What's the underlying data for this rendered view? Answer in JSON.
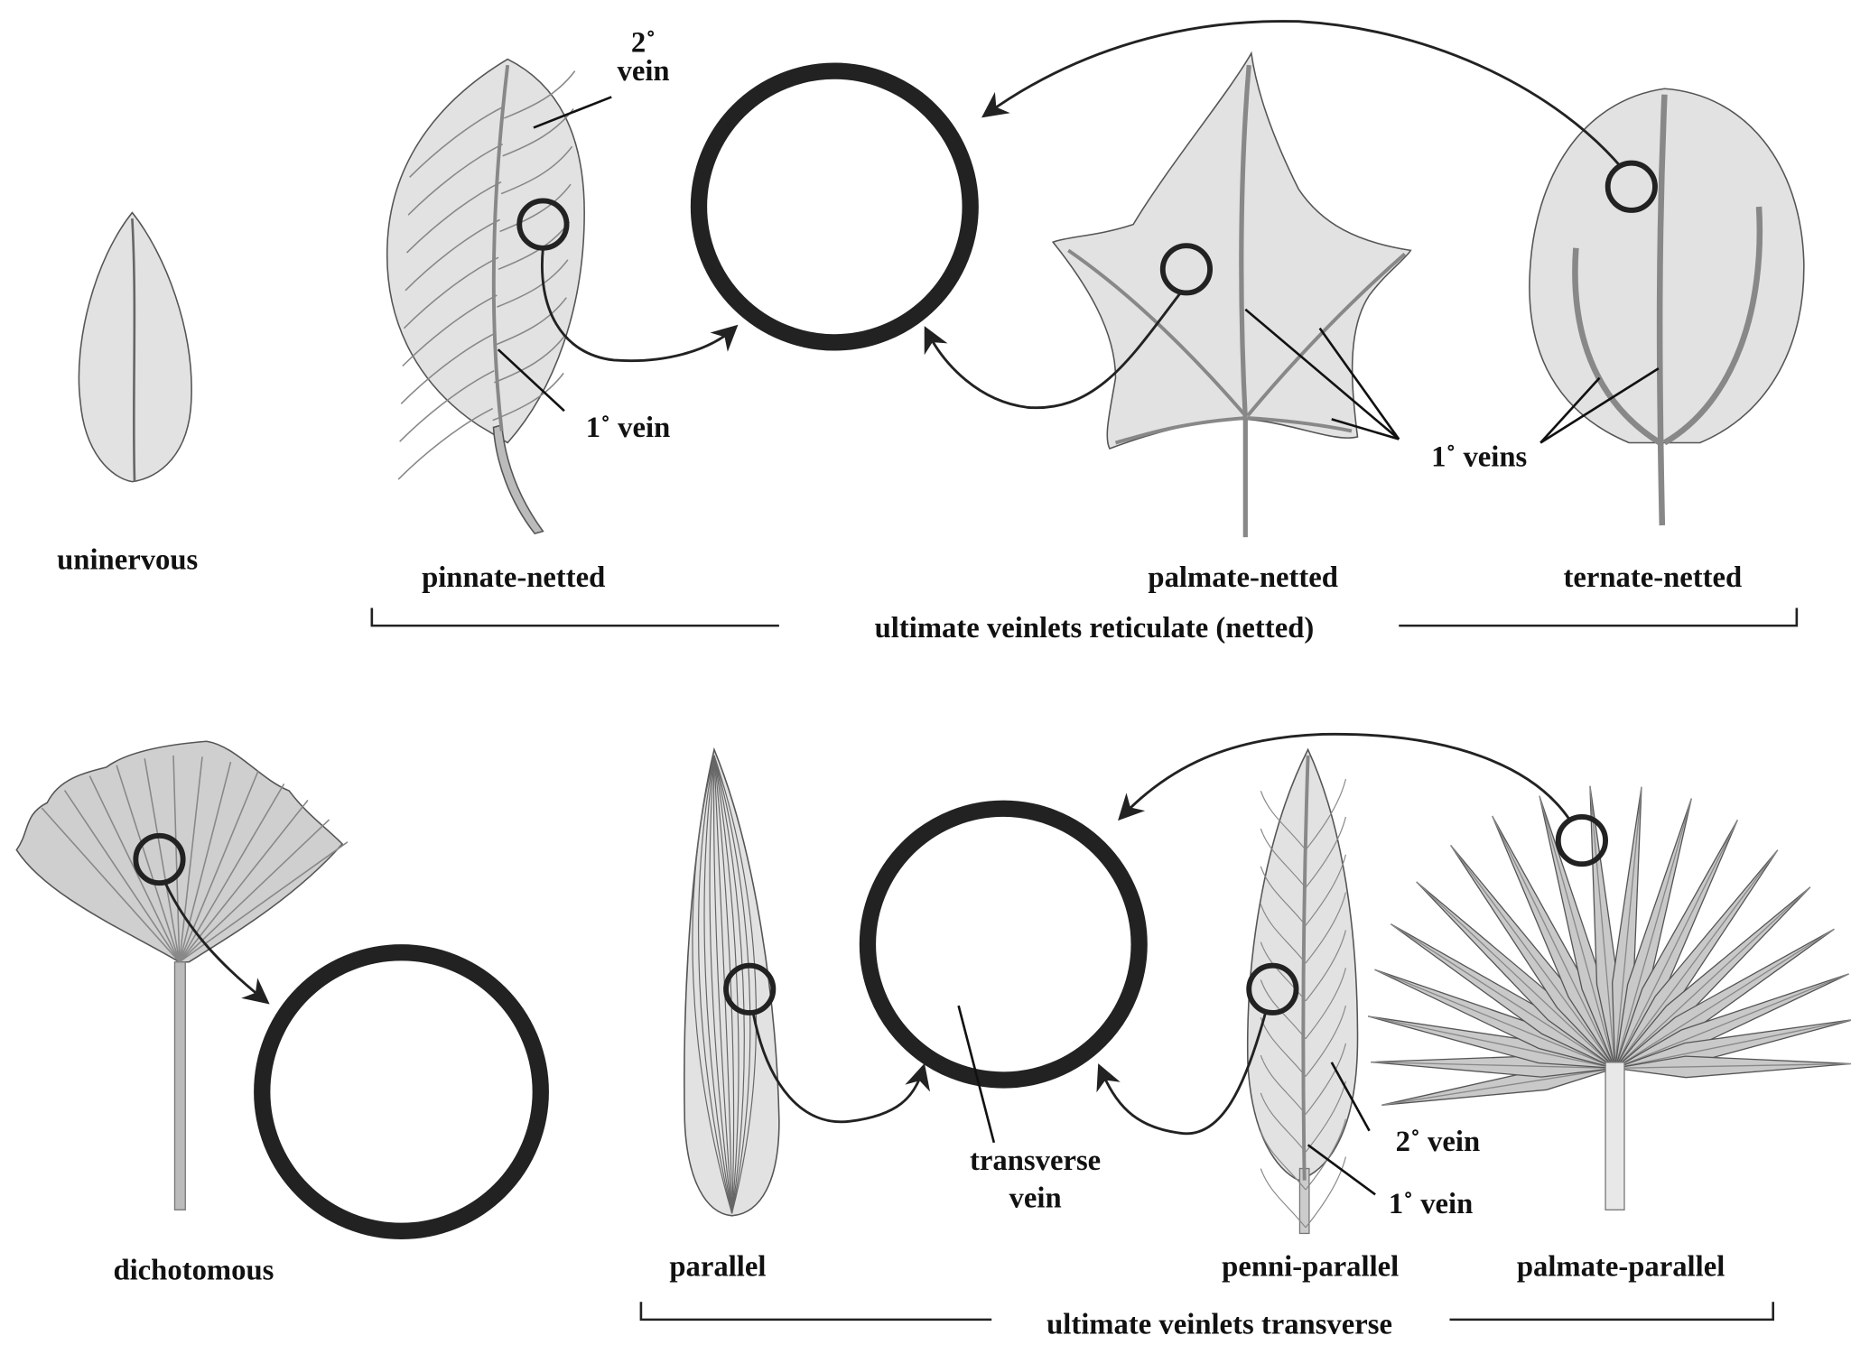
{
  "labels": {
    "uninervous": "uninervous",
    "pinnate_netted": "pinnate-netted",
    "palmate_netted": "palmate-netted",
    "ternate_netted": "ternate-netted",
    "dichotomous": "dichotomous",
    "parallel": "parallel",
    "penni_parallel": "penni-parallel",
    "palmate_parallel": "palmate-parallel"
  },
  "annotations": {
    "secondary_vein_top_1": "2˚",
    "secondary_vein_top_2": "vein",
    "primary_vein_top": "1˚ vein",
    "primary_veins": "1˚ veins",
    "transverse_vein_1": "transverse",
    "transverse_vein_2": "vein",
    "secondary_vein_bottom": "2˚ vein",
    "primary_vein_bottom": "1˚ vein"
  },
  "groups": {
    "reticulate": "ultimate veinlets reticulate (netted)",
    "transverse": "ultimate veinlets transverse"
  }
}
